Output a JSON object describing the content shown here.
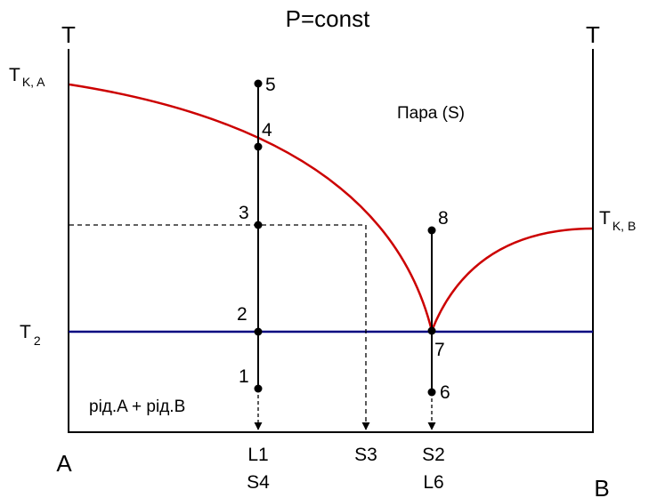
{
  "title": "P=const",
  "axis_left_label": "T",
  "axis_right_label": "T",
  "component_a": "A",
  "component_b": "B",
  "tk_a": {
    "main": "T",
    "sub": "K, A"
  },
  "tk_b": {
    "main": "T",
    "sub": "K, B"
  },
  "t2": {
    "main": "T",
    "sub": "2"
  },
  "region_vapor": "Пара (S)",
  "region_liquid": "рід.A + рід.B",
  "points": {
    "p1": "1",
    "p2": "2",
    "p3": "3",
    "p4": "4",
    "p5": "5",
    "p6": "6",
    "p7": "7",
    "p8": "8"
  },
  "x_labels": {
    "l1": "L1",
    "s4": "S4",
    "s3": "S3",
    "s2": "S2",
    "l6": "L6"
  },
  "colors": {
    "curve": "#cc0000",
    "isotherm": "#000080",
    "axis": "#000000"
  }
}
